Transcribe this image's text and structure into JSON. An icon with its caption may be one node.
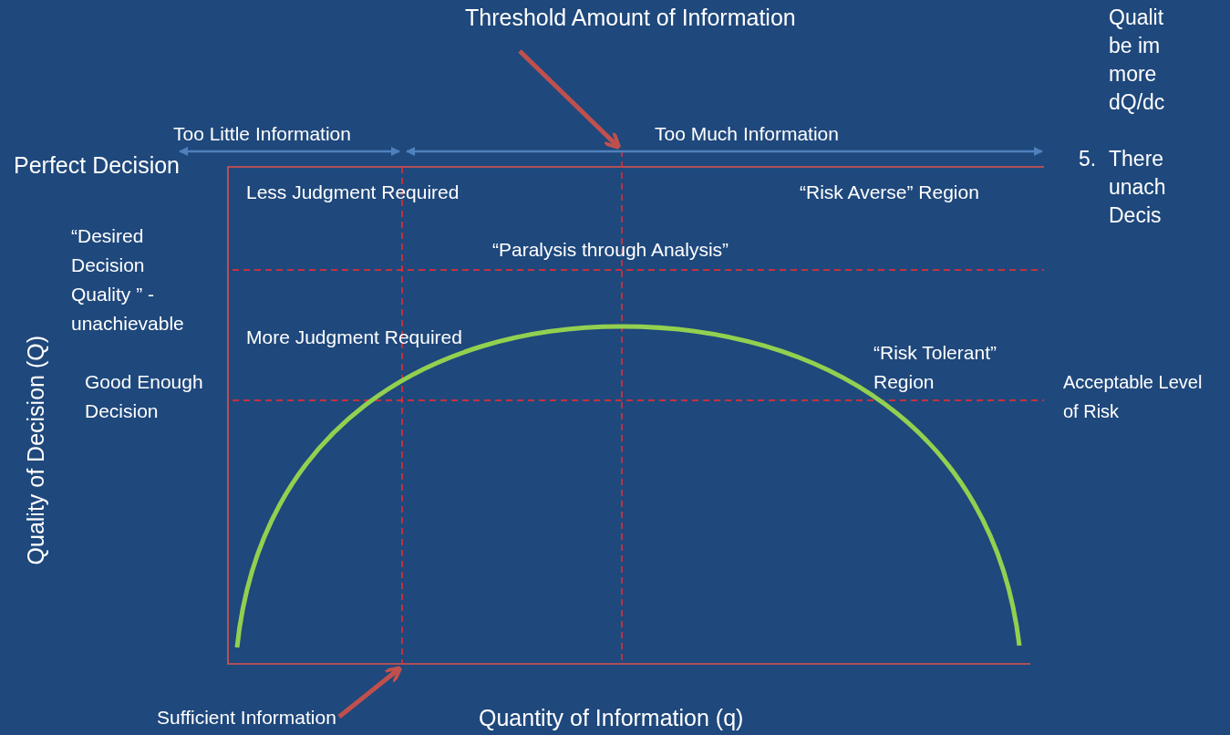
{
  "diagram": {
    "nodes": [
      {
        "text": [
          "Threshold Amount of Information"
        ]
      },
      {
        "text": [
          "Sufficient Information"
        ]
      }
    ],
    "edges": [
      {
        "from": 0,
        "to": null,
        "arrow": "to"
      },
      {
        "from": 1,
        "to": null,
        "arrow": "to"
      }
    ],
    "labels": [
      "Too Little Information",
      "Too Much Information",
      "Qualit be im more dQ/dc",
      "5.",
      "There unach Decis",
      "Perfect Decision",
      "Less Judgment Required",
      "“Risk Averse” Region",
      "“Desired Decision Quality ” - unachievable",
      "“Paralysis through Analysis”",
      "More Judgment Required",
      "“Risk Tolerant” Region",
      "Good Enough Decision",
      "Acceptable Level of Risk",
      "Quality of Decision (Q)",
      "Quantity of Information (q)"
    ]
  }
}
